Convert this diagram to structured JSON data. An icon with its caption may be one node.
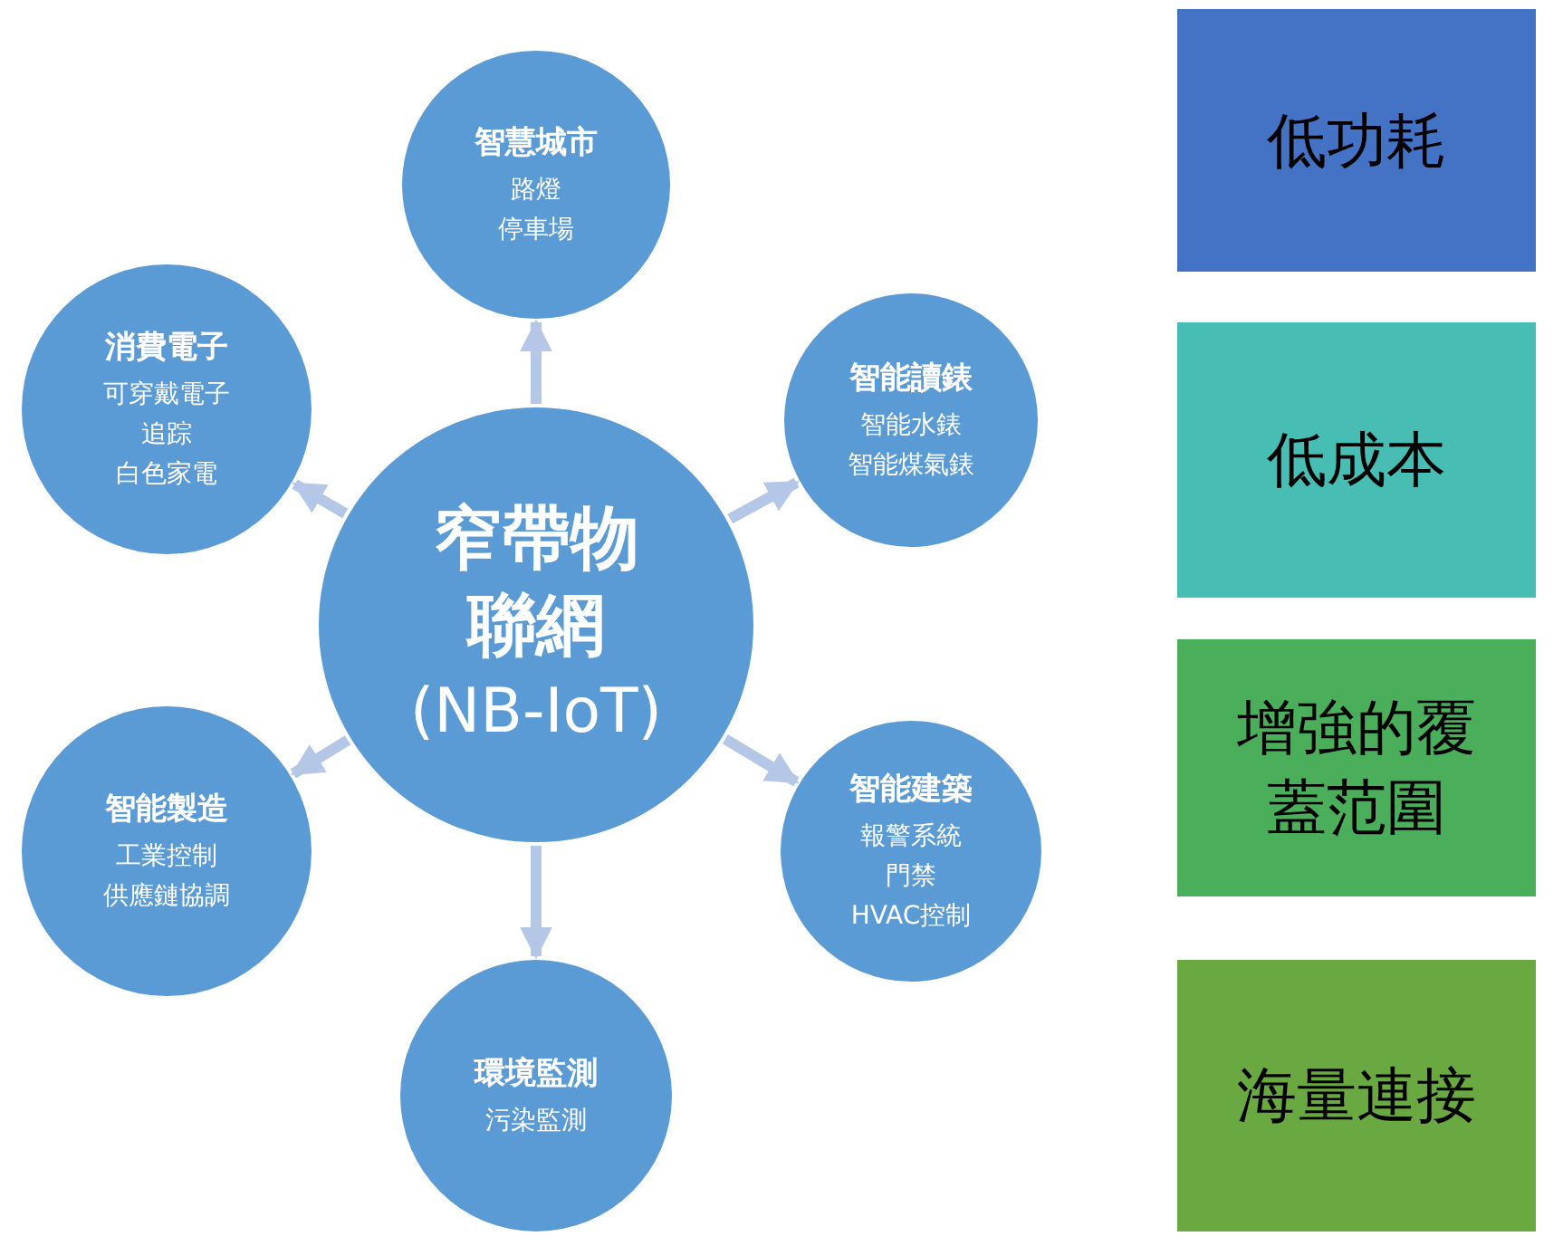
{
  "diagram": {
    "nodes": [
      {
        "text": [
          "窄帶物聯網",
          "(NB-IoT)"
        ]
      },
      {
        "text": [
          "智慧城市",
          "路燈",
          "停車場"
        ]
      },
      {
        "text": [
          "智能讀錶",
          "智能水錶",
          "智能煤氣錶"
        ]
      },
      {
        "text": [
          "智能建築",
          "報警系統",
          "門禁",
          "HVAC控制"
        ]
      },
      {
        "text": [
          "環境監測",
          "污染監測"
        ]
      },
      {
        "text": [
          "智能製造",
          "工業控制",
          "供應鏈協調"
        ]
      },
      {
        "text": [
          "消費電子",
          "可穿戴電子",
          "追踪",
          "白色家電"
        ]
      },
      {
        "text": [
          "低功耗"
        ]
      },
      {
        "text": [
          "低成本"
        ]
      },
      {
        "text": [
          "增強的覆蓋范圍"
        ]
      },
      {
        "text": [
          "海量連接"
        ]
      }
    ],
    "edges": [
      {
        "from": 0,
        "to": 1,
        "arrow": "to"
      },
      {
        "from": 0,
        "to": 2,
        "arrow": "to"
      },
      {
        "from": 0,
        "to": 3,
        "arrow": "to"
      },
      {
        "from": 0,
        "to": 4,
        "arrow": "to"
      },
      {
        "from": 0,
        "to": 5,
        "arrow": "to"
      },
      {
        "from": 0,
        "to": 6,
        "arrow": "to"
      }
    ]
  }
}
